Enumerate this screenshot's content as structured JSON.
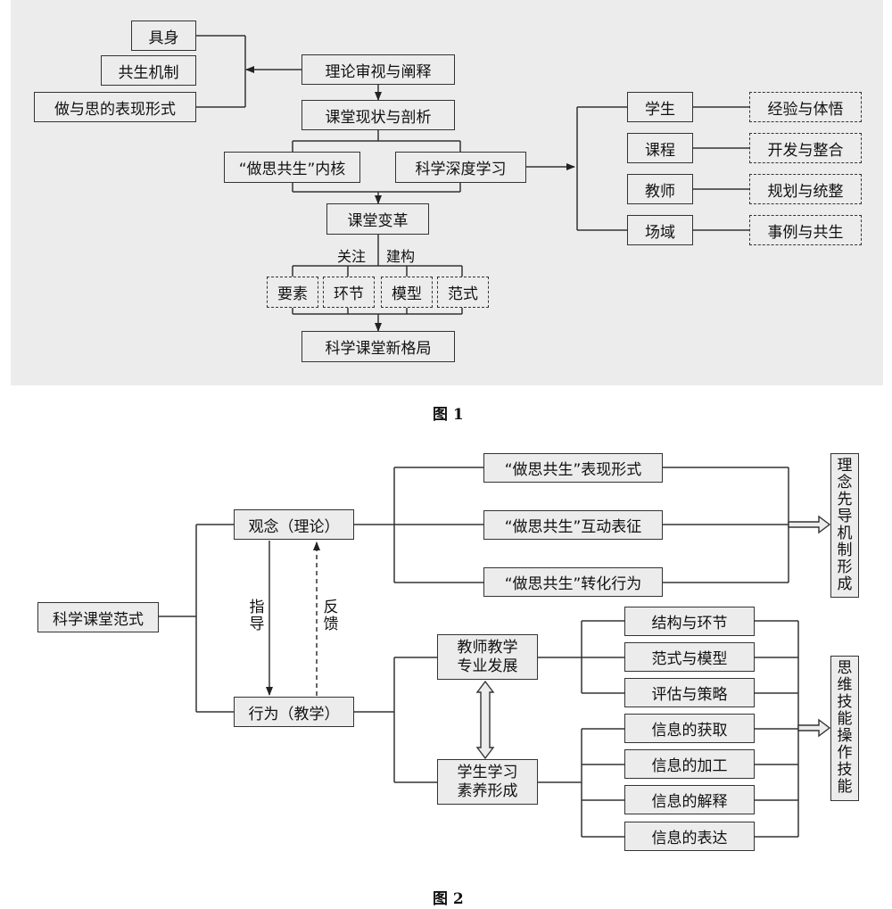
{
  "fig1": {
    "caption": "图 1",
    "left": [
      "具身",
      "共生机制",
      "做与思的表现形式"
    ],
    "main": [
      "理论审视与阐释",
      "课堂现状与剖析"
    ],
    "core": [
      "“做思共生”内核",
      "科学深度学习"
    ],
    "change": "课堂变革",
    "focus": "关注",
    "build": "建构",
    "elements": [
      "要素",
      "环节",
      "模型",
      "范式"
    ],
    "result": "科学课堂新格局",
    "right": [
      {
        "a": "学生",
        "b": "经验与体悟"
      },
      {
        "a": "课程",
        "b": "开发与整合"
      },
      {
        "a": "教师",
        "b": "规划与统整"
      },
      {
        "a": "场域",
        "b": "事例与共生"
      }
    ]
  },
  "fig2": {
    "caption": "图 2",
    "root": "科学课堂范式",
    "concept": "观念（理论）",
    "behavior": "行为（教学）",
    "guide": "指导",
    "feedback": "反馈",
    "forms": [
      "“做思共生”表现形式",
      "“做思共生”互动表征",
      "“做思共生”转化行为"
    ],
    "out1": "理念先导 机制形成",
    "teacher": [
      "教师教学",
      "专业发展"
    ],
    "student": [
      "学生学习",
      "素养形成"
    ],
    "tItems": [
      "结构与环节",
      "范式与模型",
      "评估与策略"
    ],
    "sItems": [
      "信息的获取",
      "信息的加工",
      "信息的解释",
      "信息的表达"
    ],
    "out2": "思维技能 操作技能"
  }
}
